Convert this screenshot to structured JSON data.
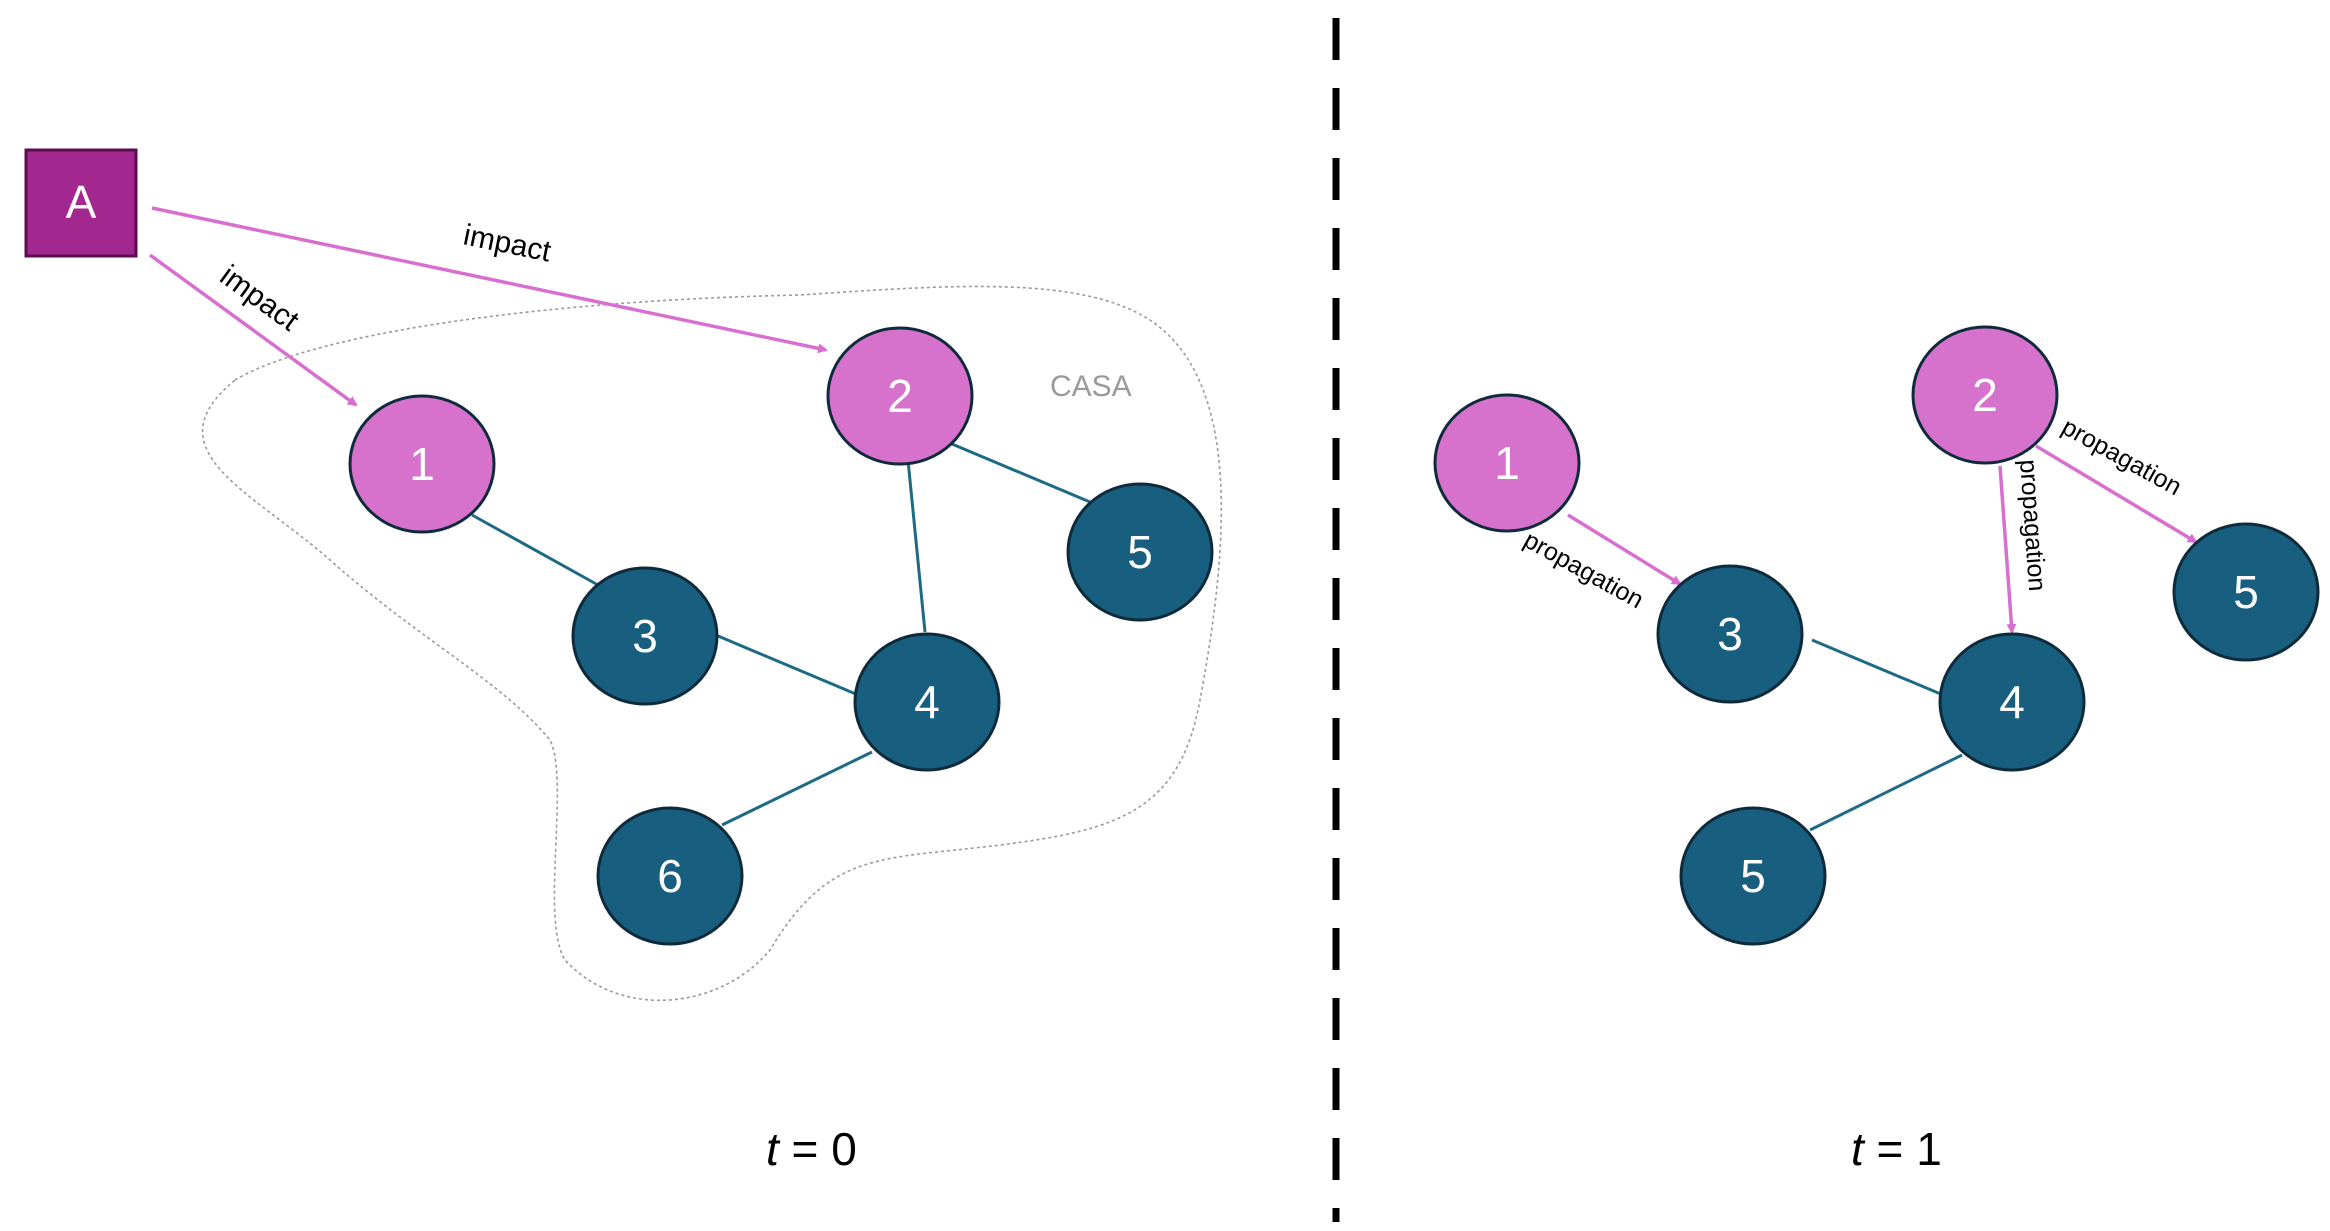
{
  "colors": {
    "impacted_node": "#d672cc",
    "normal_node": "#175e7f",
    "node_stroke": "#0f2a3a",
    "agent_fill": "#a2278f",
    "link": "#1e6a86",
    "arrow": "#d86fd0",
    "casa_outline": "#9a9a9a"
  },
  "left_panel": {
    "agent_label": "A",
    "casa_label": "CASA",
    "caption_var": "t",
    "caption_rest": " = 0",
    "nodes": [
      {
        "id": "n1",
        "label": "1",
        "state": "impacted"
      },
      {
        "id": "n2",
        "label": "2",
        "state": "impacted"
      },
      {
        "id": "n3",
        "label": "3",
        "state": "normal"
      },
      {
        "id": "n4",
        "label": "4",
        "state": "normal"
      },
      {
        "id": "n5",
        "label": "5",
        "state": "normal"
      },
      {
        "id": "n6",
        "label": "6",
        "state": "normal"
      }
    ],
    "links": [
      [
        "1",
        "3"
      ],
      [
        "3",
        "4"
      ],
      [
        "2",
        "4"
      ],
      [
        "2",
        "5"
      ],
      [
        "4",
        "6"
      ]
    ],
    "arrows": [
      {
        "from": "A",
        "to": "1",
        "label": "impact"
      },
      {
        "from": "A",
        "to": "2",
        "label": "impact"
      }
    ]
  },
  "right_panel": {
    "caption_var": "t",
    "caption_rest": " = 1",
    "nodes": [
      {
        "id": "m1",
        "label": "1",
        "state": "impacted"
      },
      {
        "id": "m2",
        "label": "2",
        "state": "impacted"
      },
      {
        "id": "m3",
        "label": "3",
        "state": "normal"
      },
      {
        "id": "m4",
        "label": "4",
        "state": "normal"
      },
      {
        "id": "m5a",
        "label": "5",
        "state": "normal"
      },
      {
        "id": "m5b",
        "label": "5",
        "state": "normal"
      }
    ],
    "links": [
      [
        "3",
        "4"
      ],
      [
        "4",
        "5"
      ]
    ],
    "arrows": [
      {
        "from": "1",
        "to": "3",
        "label": "propagation"
      },
      {
        "from": "2",
        "to": "4",
        "label": "propagation"
      },
      {
        "from": "2",
        "to": "5",
        "label": "propagation"
      }
    ]
  }
}
